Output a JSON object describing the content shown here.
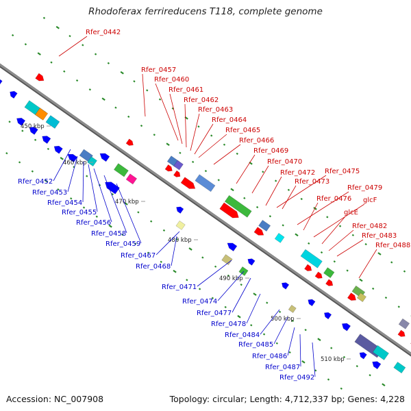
{
  "title": "Rhodoferax ferrireducens T118, complete genome",
  "footer": {
    "accession": "Accession: NC_007908",
    "summary": "Topology: circular; Length: 4,712,337 bp; Genes: 4,228"
  },
  "colors": {
    "backbone": "#8c8c8c",
    "forward_gene": "#ff0000",
    "reverse_gene": "#0000ff",
    "forward_label": "#cc0000",
    "reverse_label": "#0000cc",
    "gc_dash": "#2a8a2a"
  },
  "kbp_ticks": [
    "450 kbp",
    "460 kbp",
    "470 kbp",
    "480 kbp",
    "490 kbp",
    "500 kbp",
    "510 kbp"
  ],
  "top_labels": [
    "Rfer_0442",
    "Rfer_0457",
    "Rfer_0460",
    "Rfer_0461",
    "Rfer_0462",
    "Rfer_0463",
    "Rfer_0464",
    "Rfer_0465",
    "Rfer_0466",
    "Rfer_0469",
    "Rfer_0470",
    "Rfer_0472",
    "Rfer_0475",
    "Rfer_0473",
    "Rfer_0479",
    "Rfer_0476",
    "glcF",
    "glcE",
    "Rfer_0482",
    "Rfer_0483",
    "Rfer_0488"
  ],
  "bottom_labels": [
    "Rfer_0452",
    "Rfer_0453",
    "Rfer_0454",
    "Rfer_0455",
    "Rfer_0456",
    "Rfer_0458",
    "Rfer_0459",
    "Rfer_0467",
    "Rfer_0468",
    "Rfer_0471",
    "Rfer_0474",
    "Rfer_0477",
    "Rfer_0478",
    "Rfer_0484",
    "Rfer_0485",
    "Rfer_0486",
    "Rfer_0487",
    "Rfer_0492"
  ]
}
